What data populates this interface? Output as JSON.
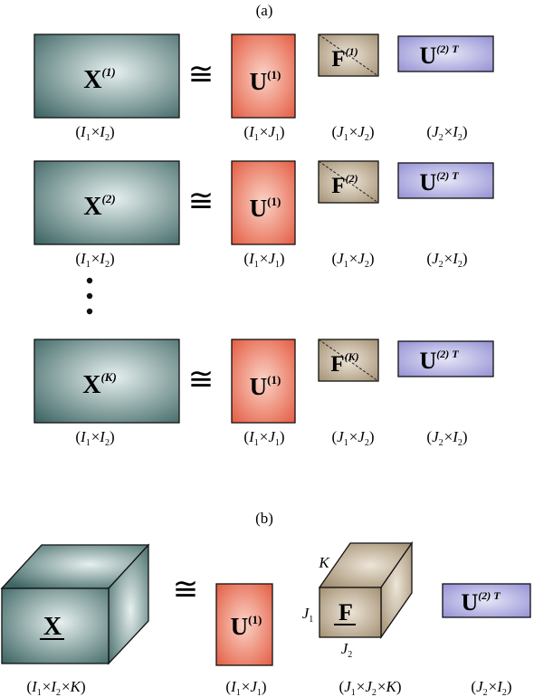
{
  "panel_a": {
    "label": "(a)",
    "approx_symbol": "≅",
    "ellipsis_glyph": "⋮",
    "rows": [
      {
        "x_main": "X",
        "x_sup": "(1)",
        "u_main": "U",
        "u_sup": "(1)",
        "f_main": "F",
        "f_sup": "(1)",
        "u2_main": "U",
        "u2_sup": "(2) T",
        "dims": {
          "x": {
            "o": "(",
            "a": "I",
            "as": "1",
            "mult": "×",
            "b": "I",
            "bs": "2",
            "c": ")"
          },
          "u": {
            "o": "(",
            "a": "I",
            "as": "1",
            "mult": "×",
            "b": "J",
            "bs": "1",
            "c": ")"
          },
          "f": {
            "o": "(",
            "a": "J",
            "as": "1",
            "mult": "×",
            "b": "J",
            "bs": "2",
            "c": ")"
          },
          "u2": {
            "o": "(",
            "a": "J",
            "as": "2",
            "mult": "×",
            "b": "I",
            "bs": "2",
            "c": ")"
          }
        }
      },
      {
        "x_main": "X",
        "x_sup": "(2)",
        "u_main": "U",
        "u_sup": "(1)",
        "f_main": "F",
        "f_sup": "(2)",
        "u2_main": "U",
        "u2_sup": "(2) T",
        "dims": {
          "x": {
            "o": "(",
            "a": "I",
            "as": "1",
            "mult": "×",
            "b": "I",
            "bs": "2",
            "c": ")"
          },
          "u": {
            "o": "(",
            "a": "I",
            "as": "1",
            "mult": "×",
            "b": "J",
            "bs": "1",
            "c": ")"
          },
          "f": {
            "o": "(",
            "a": "J",
            "as": "1",
            "mult": "×",
            "b": "J",
            "bs": "2",
            "c": ")"
          },
          "u2": {
            "o": "(",
            "a": "J",
            "as": "2",
            "mult": "×",
            "b": "I",
            "bs": "2",
            "c": ")"
          }
        }
      },
      {
        "x_main": "X",
        "x_sup": "(K)",
        "u_main": "U",
        "u_sup": "(1)",
        "f_main": "F",
        "f_sup": "(K)",
        "u2_main": "U",
        "u2_sup": "(2) T",
        "dims": {
          "x": {
            "o": "(",
            "a": "I",
            "as": "1",
            "mult": "×",
            "b": "I",
            "bs": "2",
            "c": ")"
          },
          "u": {
            "o": "(",
            "a": "I",
            "as": "1",
            "mult": "×",
            "b": "J",
            "bs": "1",
            "c": ")"
          },
          "f": {
            "o": "(",
            "a": "J",
            "as": "1",
            "mult": "×",
            "b": "J",
            "bs": "2",
            "c": ")"
          },
          "u2": {
            "o": "(",
            "a": "J",
            "as": "2",
            "mult": "×",
            "b": "I",
            "bs": "2",
            "c": ")"
          }
        }
      }
    ]
  },
  "panel_b": {
    "label": "(b)",
    "approx_symbol": "≅",
    "x_main": "X",
    "u_main": "U",
    "u_sup": "(1)",
    "f_main": "F",
    "f_k": "K",
    "f_j1": "J",
    "f_j1_sub": "1",
    "f_j2": "J",
    "f_j2_sub": "2",
    "u2_main": "U",
    "u2_sup": "(2) T",
    "dims": {
      "x": {
        "o": "(",
        "a": "I",
        "as": "1",
        "m1": "×",
        "b": "I",
        "bs": "2",
        "m2": "×",
        "k": "K",
        "c": ")"
      },
      "u": {
        "o": "(",
        "a": "I",
        "as": "1",
        "mult": "×",
        "b": "J",
        "bs": "1",
        "c": ")"
      },
      "f": {
        "o": "(",
        "a": "J",
        "as": "1",
        "m1": "×",
        "b": "J",
        "bs": "2",
        "m2": "×",
        "k": "K",
        "c": ")"
      },
      "u2": {
        "o": "(",
        "a": "J",
        "as": "2",
        "mult": "×",
        "b": "I",
        "bs": "2",
        "c": ")"
      }
    }
  },
  "colors": {
    "x_block_light": "#e6f0ef",
    "x_block_dark": "#3e6664",
    "u_block_light": "#fbd3c7",
    "u_block_dark": "#e2553a",
    "f_block_light": "#ede5d8",
    "f_block_dark": "#9e8a6c",
    "u2_block_light": "#e6e6f7",
    "u2_block_dark": "#8884cf",
    "outline": "#111111"
  }
}
